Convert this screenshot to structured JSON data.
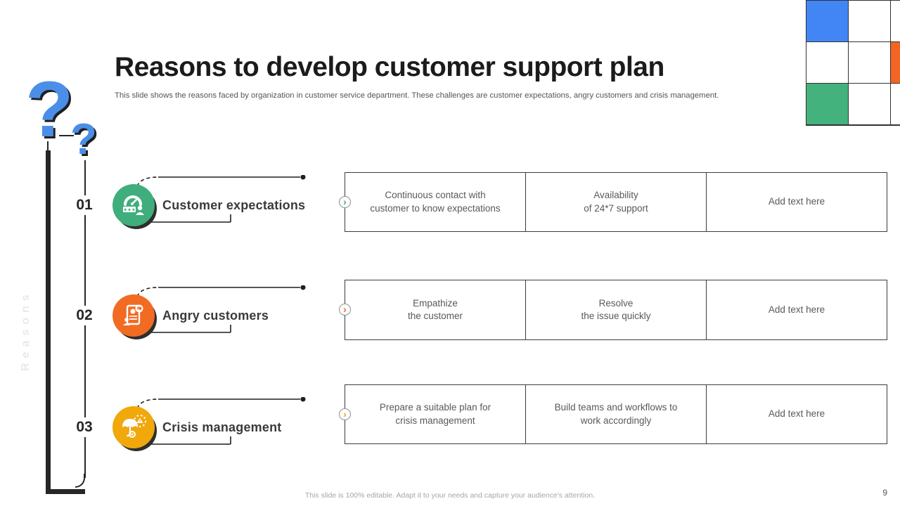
{
  "slide": {
    "title": "Reasons to develop customer support plan",
    "subtitle": "This slide shows the reasons faced by organization in customer service department. These challenges are customer expectations, angry customers and crisis management.",
    "side_label": "Reasons",
    "footer_note": "This slide is 100% editable. Adapt it to your needs and capture your audience's attention.",
    "page_number": "9"
  },
  "colors": {
    "question_blue": "#4A8EE8",
    "line_dark": "#262626",
    "grid_blue": "#4285F4",
    "grid_orange": "#F26522",
    "grid_green": "#43B27D"
  },
  "decor": {
    "question_mark": "?",
    "grid_cell_colors": [
      "#4285F4",
      "#FFFFFF",
      "#FFFFFF",
      "#FFFFFF",
      "#FFFFFF",
      "#F26522",
      "#43B27D",
      "#FFFFFF",
      "#FFFFFF"
    ]
  },
  "rows": [
    {
      "number": "01",
      "label": "Customer expectations",
      "icon": "customer-satisfaction-gauge-icon",
      "accent": "#3FAE7C",
      "chevron": "›",
      "cells": [
        "Continuous contact with\ncustomer to know expectations",
        "Availability\nof  24*7 support",
        "Add text here"
      ]
    },
    {
      "number": "02",
      "label": "Angry customers",
      "icon": "angry-customer-feedback-icon",
      "accent": "#F26B22",
      "chevron": "›",
      "cells": [
        "Empathize\nthe customer",
        "Resolve\nthe issue quickly",
        "Add text here"
      ]
    },
    {
      "number": "03",
      "label": "Crisis management",
      "icon": "crisis-umbrella-icon",
      "accent": "#F0A80B",
      "chevron": "›",
      "cells": [
        "Prepare a suitable plan for\ncrisis management",
        "Build teams and workflows to\nwork accordingly",
        "Add text here"
      ]
    }
  ]
}
